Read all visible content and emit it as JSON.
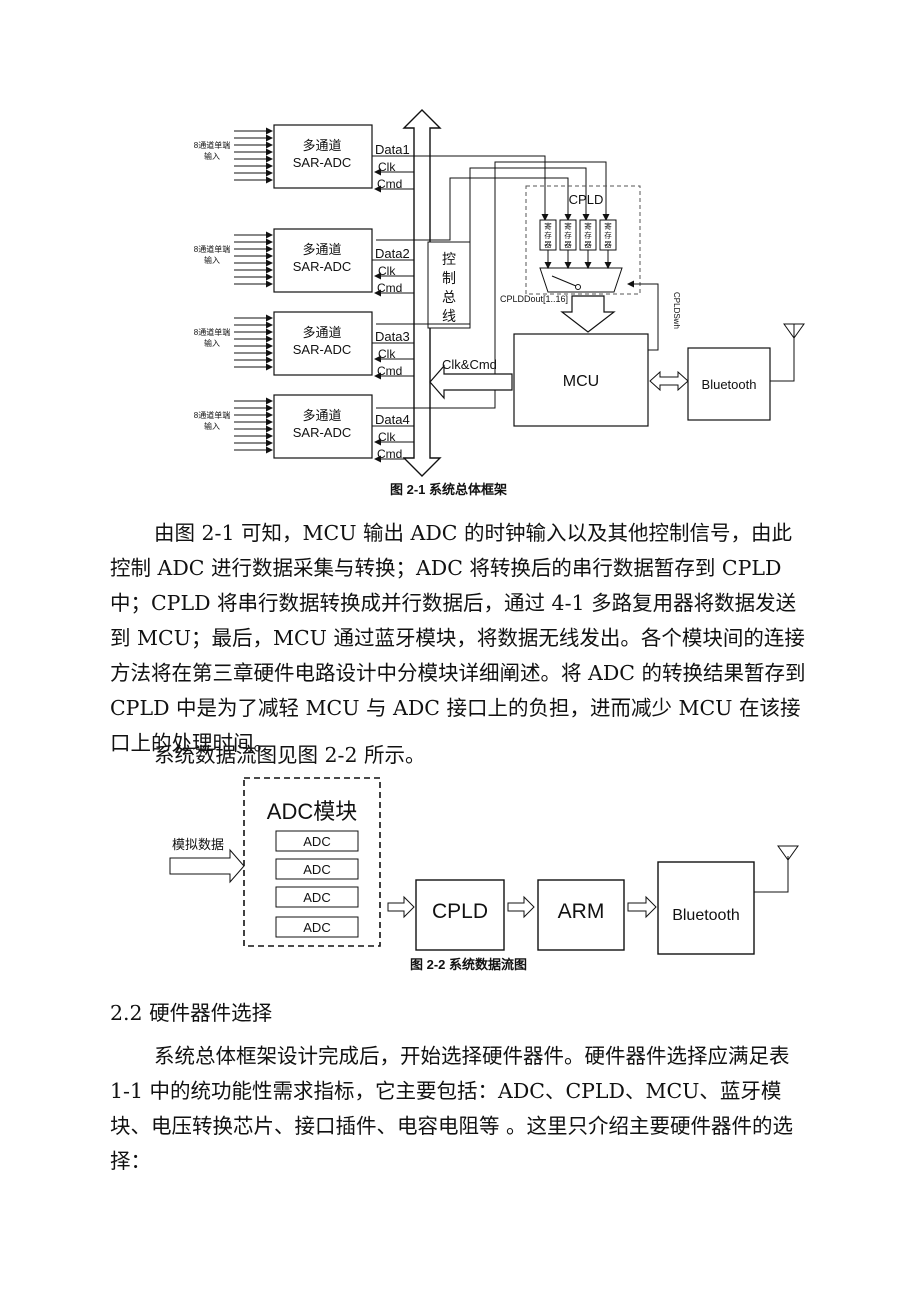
{
  "figure1": {
    "adc_blocks": [
      {
        "title": "多通道",
        "subtitle": "SAR-ADC",
        "input_label_1": "8通道单端",
        "input_label_2": "输入",
        "data_label": "Data1",
        "clk_label": "Clk",
        "cmd_label": "Cmd"
      },
      {
        "title": "多通道",
        "subtitle": "SAR-ADC",
        "input_label_1": "8通道单端",
        "input_label_2": "输入",
        "data_label": "Data2",
        "clk_label": "Clk",
        "cmd_label": "Cmd"
      },
      {
        "title": "多通道",
        "subtitle": "SAR-ADC",
        "input_label_1": "8通道单端",
        "input_label_2": "输入",
        "data_label": "Data3",
        "clk_label": "Clk",
        "cmd_label": "Cmd"
      },
      {
        "title": "多通道",
        "subtitle": "SAR-ADC",
        "input_label_1": "8通道单端",
        "input_label_2": "输入",
        "data_label": "Data4",
        "clk_label": "Clk",
        "cmd_label": "Cmd"
      }
    ],
    "bus_label": [
      "控",
      "制",
      "总",
      "线"
    ],
    "cpld_label": "CPLD",
    "register_chars": [
      "寄",
      "存",
      "器"
    ],
    "cpld_out_label": "CPLDDout[1..16]",
    "cpld_sw_label": "CPLDSwh",
    "clk_cmd_label": "Clk&Cmd",
    "mcu_label": "MCU",
    "bluetooth_label": "Bluetooth",
    "caption": "图 2-1  系统总体框架"
  },
  "paragraph1": "由图 2-1 可知，MCU 输出 ADC 的时钟输入以及其他控制信号，由此控制 ADC 进行数据采集与转换；ADC 将转换后的串行数据暂存到 CPLD 中；CPLD 将串行数据转换成并行数据后，通过 4-1 多路复用器将数据发送到 MCU；最后，MCU 通过蓝牙模块，将数据无线发出。各个模块间的连接方法将在第三章硬件电路设计中分模块详细阐述。将 ADC 的转换结果暂存到 CPLD 中是为了减轻 MCU 与 ADC 接口上的负担，进而减少 MCU 在该接口上的处理时间。",
  "paragraph2": "系统数据流图见图 2-2 所示。",
  "figure2": {
    "module_title": "ADC模块",
    "adc_items": [
      "ADC",
      "ADC",
      "ADC",
      "ADC"
    ],
    "input_label": "模拟数据",
    "cpld_label": "CPLD",
    "arm_label": "ARM",
    "bluetooth_label": "Bluetooth",
    "caption": "图 2-2  系统数据流图"
  },
  "section_heading": "2.2 硬件器件选择",
  "paragraph3": "系统总体框架设计完成后，开始选择硬件器件。硬件器件选择应满足表 1-1 中的统功能性需求指标，它主要包括：ADC、CPLD、MCU、蓝牙模块、电压转换芯片、接口插件、电容电阻等 。这里只介绍主要硬件器件的选择："
}
